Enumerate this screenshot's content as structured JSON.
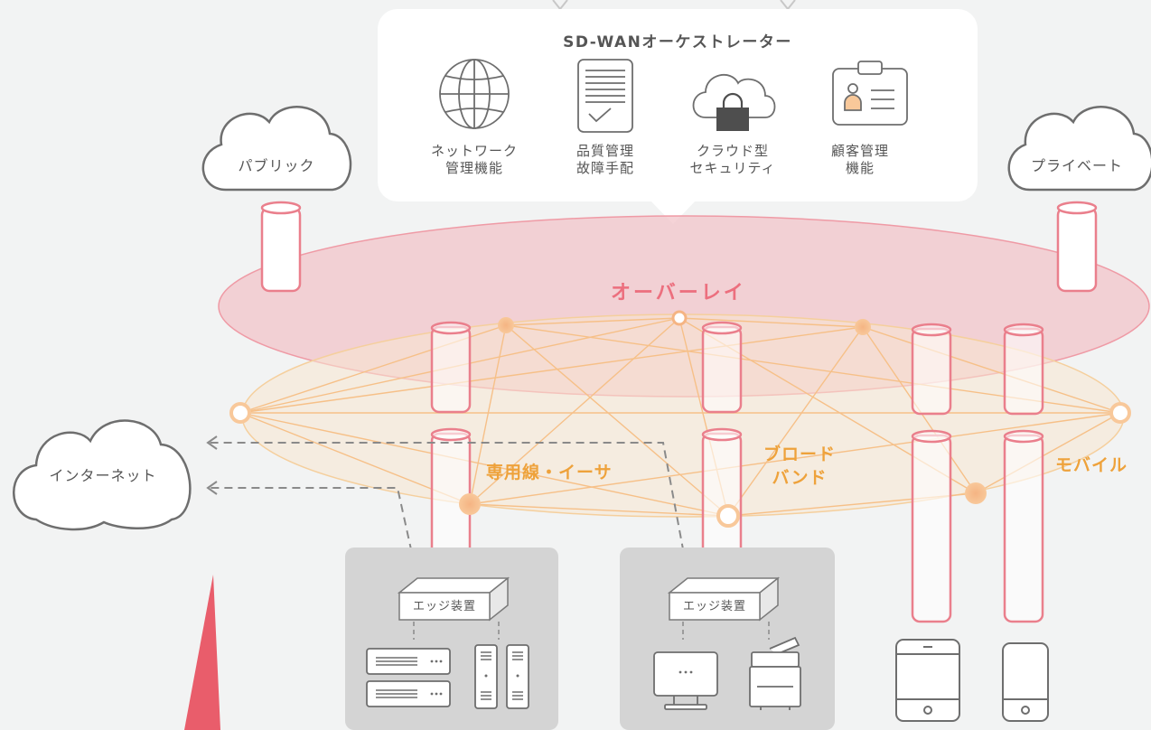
{
  "orchestrator": {
    "title": "SD-WANオーケストレーター",
    "features": [
      {
        "icon": "globe-icon",
        "label": "ネットワーク\n管理機能"
      },
      {
        "icon": "checklist-document-icon",
        "label": "品質管理\n故障手配"
      },
      {
        "icon": "cloud-lock-icon",
        "label": "クラウド型\nセキュリティ"
      },
      {
        "icon": "id-card-icon",
        "label": "顧客管理\n機能"
      }
    ]
  },
  "clouds": {
    "public": "パブリック",
    "private": "プライベート",
    "internet": "インターネット"
  },
  "layers": {
    "overlay": "オーバーレイ",
    "dedicated": "専用線・イーサ",
    "broadband": "ブロード\nバンド",
    "mobile": "モバイル"
  },
  "sites": {
    "edge_label_1": "エッジ装置",
    "edge_label_2": "エッジ装置"
  },
  "colors": {
    "overlay_fill": "#f2c4c9",
    "overlay_text": "#ec6f7e",
    "underlay_fill": "#f7e6cf",
    "underlay_text": "#eea23b",
    "pipe_stroke": "#ea7f8c",
    "accent_red": "#e95d6b",
    "site_bg": "#d4d4d4"
  }
}
